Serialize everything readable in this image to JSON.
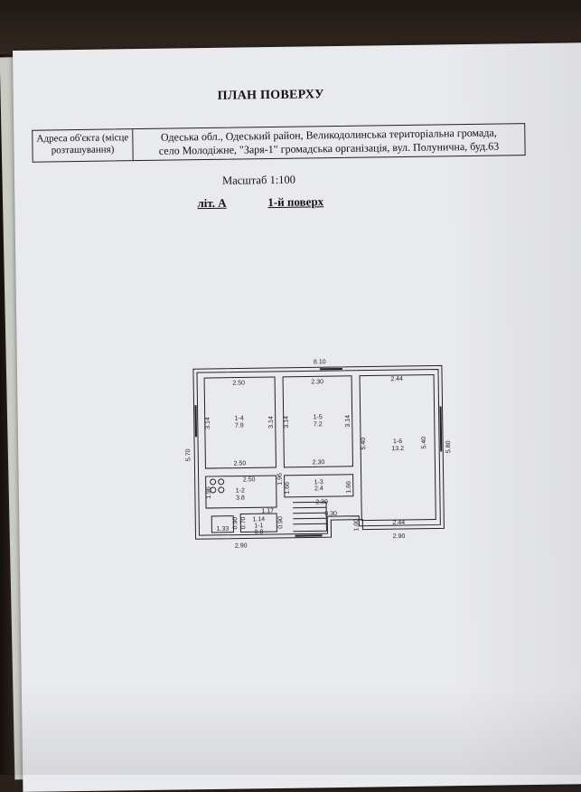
{
  "document": {
    "title": "ПЛАН ПОВЕРХУ",
    "address_label": "Адреса об'єкта (місце розташування)",
    "address_line1": "Одеська обл., Одеський район, Великодолинська територіальна громада,",
    "address_line2": "село Молодіжне, \"Заря-1\" громадська організація, вул. Полунична, буд.63",
    "scale": "Масштаб 1:100",
    "liter": "літ. А",
    "floor": "1-й поверх"
  },
  "plan": {
    "dims": {
      "top_total": "8.10",
      "r14_w": "2.50",
      "r15_w": "2.30",
      "r16_w": "2.44",
      "r14_h": "3.14",
      "r14_h2": "3.14",
      "r15_h": "3.14",
      "r15_h2": "3.14",
      "left_total": "5.70",
      "r16_h": "5.40",
      "r16_h2": "5.40",
      "right_total": "5.80",
      "r14_bottom": "2.50",
      "r15_bottom": "2.30",
      "r12_w": "2.50",
      "r12_h": "1.96",
      "r12_h2": "1.96",
      "r13_h": "1.66",
      "r13_h2": "1.66",
      "r13_w": "2.30",
      "hall_w": "1.17",
      "step_w": "0.30",
      "r11_w": "1.14",
      "r11_h": "0.70",
      "r11_side": "0.90",
      "r11_side2": "0.90",
      "vestibule": "1.33",
      "r16_lower": "1.00",
      "bottom_left": "2.90",
      "r16_bottom_in": "2.44",
      "bottom_right": "2.90"
    },
    "rooms": [
      {
        "id": "1-4",
        "area": "7.9"
      },
      {
        "id": "1-5",
        "area": "7.2"
      },
      {
        "id": "1-6",
        "area": "13.2"
      },
      {
        "id": "1-2",
        "area": "3.8"
      },
      {
        "id": "1-3",
        "area": "2.4"
      },
      {
        "id": "1-1",
        "area": "0.8"
      }
    ]
  }
}
